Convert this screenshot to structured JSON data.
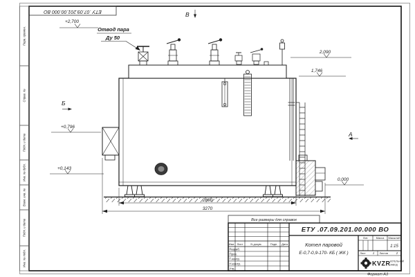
{
  "sheet": {
    "stamp_top": "ЕТУ .07.09.201.00.000 ВО",
    "format_label": "Формат А3"
  },
  "margin_labels": [
    "Перв. примен.",
    "Справ. №",
    "Подп. и дата",
    "Инв. № дубл.",
    "Взам. инв. №",
    "Подп. и дата",
    "Инв. № подл."
  ],
  "drawing": {
    "callout_line1": "Отвод пара",
    "callout_line2": "Ду 50",
    "view_top": "В",
    "view_left": "Б",
    "view_right": "А",
    "elev_top_left": "+2,700",
    "elev_right_upper": "2,090",
    "elev_right_mid": "1,746",
    "elev_left_mid": "+0,796",
    "elev_left_low": "+0,143",
    "elev_zero": "0,000",
    "dim_inner": "2890",
    "dim_outer": "3270"
  },
  "title_block": {
    "note": "Все размеры для справок",
    "doc_number": "ЕТУ .07.09.201.00.000  ВО",
    "product_line1": "Котел паровой",
    "product_line2": "Е-0,7-0,9-170- КБ ( ЖК )",
    "cols": [
      "Изм.",
      "Лист",
      "N докум.",
      "Подп.",
      "Дата"
    ],
    "rows": [
      "Разраб.",
      "Пров.",
      "Т.контр.",
      "Н.контр.",
      "Утв."
    ],
    "lit_label": "Лит.",
    "mass_label": "Масса",
    "scale_label": "Масштаб",
    "scale_value": "1:15",
    "sheet_label": "Лист",
    "sheet_value": "1",
    "sheets_label": "Листов",
    "sheets_value": "2",
    "company_name": "KVZR",
    "company_sub1": "КОТЕЛЬНЫЙ",
    "company_sub2": "ЗАВОД"
  }
}
